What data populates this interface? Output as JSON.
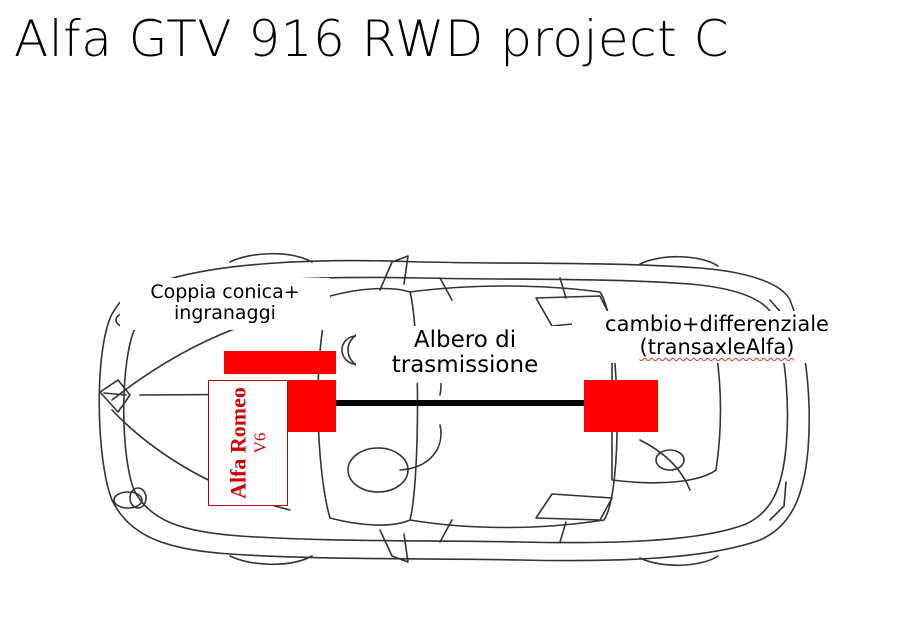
{
  "title": "Alfa GTV 916 RWD project C",
  "labels": {
    "bevel_gear": [
      "Coppia conica+",
      "ingranaggi"
    ],
    "driveshaft": [
      "Albero di",
      "trasmissione"
    ],
    "transaxle": [
      "cambio+differenziale",
      "(transaxleAlfa)"
    ]
  },
  "engine": {
    "brand": "Alfa Romeo",
    "model": "V6"
  },
  "colors": {
    "component_red": "#ff0000",
    "engine_text_red": "#d00000",
    "shaft": "#000000",
    "car_outline": "#333333"
  },
  "icons": {
    "car": "car-top-view-outline"
  }
}
